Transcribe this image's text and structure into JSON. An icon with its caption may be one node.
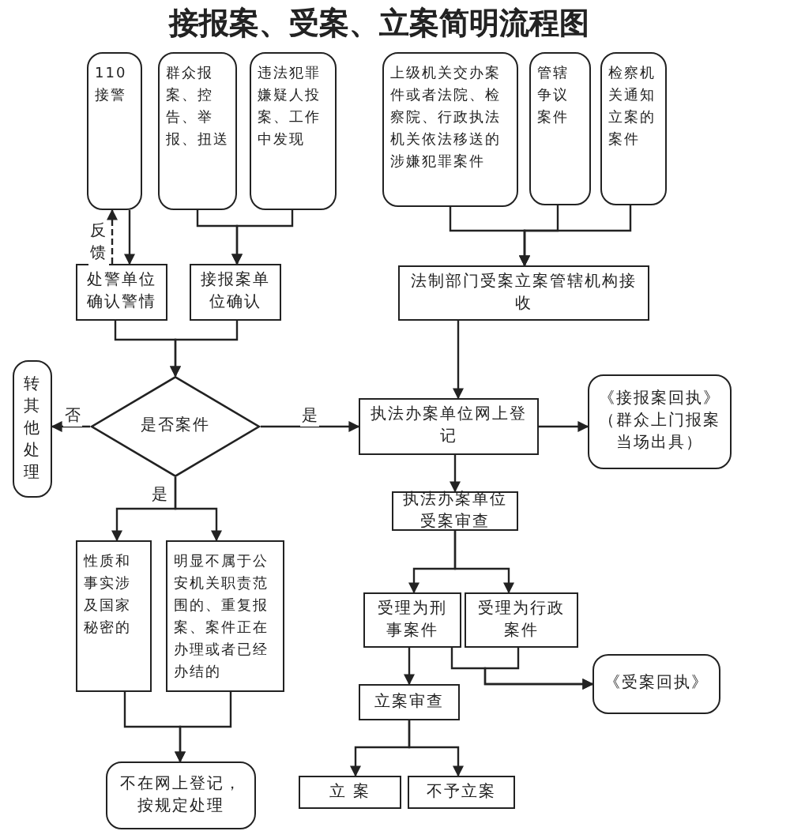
{
  "diagram": {
    "title": "接报案、受案、立案简明流程图",
    "nodes": [
      {
        "text": [
          "110接警"
        ]
      },
      {
        "text": [
          "群众报案、控告、举报、扭送"
        ]
      },
      {
        "text": [
          "违法犯罪嫌疑人投案、工作中发现"
        ]
      },
      {
        "text": [
          "上级机关交办案件或者法院、检察院、行政执法机关依法移送的涉嫌犯罪案件"
        ]
      },
      {
        "text": [
          "管辖争议案件"
        ]
      },
      {
        "text": [
          "检察机关通知立案的案件"
        ]
      },
      {
        "text": [
          "处警单位确认警情"
        ]
      },
      {
        "text": [
          "接报案单位确认"
        ]
      },
      {
        "text": [
          "法制部门受案立案管辖机构接收"
        ]
      },
      {
        "text": [
          "是否案件"
        ]
      },
      {
        "text": [
          "转其他处理"
        ]
      },
      {
        "text": [
          "执法办案单位网上登记"
        ]
      },
      {
        "text": [
          "《接报案回执》（群众上门报案当场出具）"
        ]
      },
      {
        "text": [
          "执法办案单位受案审查"
        ]
      },
      {
        "text": [
          "性质和事实涉及国家秘密的"
        ]
      },
      {
        "text": [
          "明显不属于公安机关职责范围的、重复报案、案件正在办理或者已经办结的"
        ]
      },
      {
        "text": [
          "受理为刑事案件"
        ]
      },
      {
        "text": [
          "受理为行政案件"
        ]
      },
      {
        "text": [
          "《受案回执》"
        ]
      },
      {
        "text": [
          "立案审查"
        ]
      },
      {
        "text": [
          "不在网上登记，按规定处理"
        ]
      },
      {
        "text": [
          "立 案"
        ]
      },
      {
        "text": [
          "不予立案"
        ]
      }
    ],
    "edges": [
      {
        "from": 0,
        "to": 6,
        "arrow": "to"
      },
      {
        "from": 6,
        "to": 0,
        "arrow": "to",
        "label": "反馈",
        "style": "dashed"
      },
      {
        "from": 1,
        "to": 7,
        "arrow": "to"
      },
      {
        "from": 2,
        "to": 7,
        "arrow": "to"
      },
      {
        "from": 3,
        "to": 8,
        "arrow": "to"
      },
      {
        "from": 4,
        "to": 8,
        "arrow": "to"
      },
      {
        "from": 5,
        "to": 8,
        "arrow": "to"
      },
      {
        "from": 6,
        "to": 9,
        "arrow": "to"
      },
      {
        "from": 7,
        "to": 9,
        "arrow": "to"
      },
      {
        "from": 9,
        "to": 10,
        "arrow": "to",
        "label": "否"
      },
      {
        "from": 9,
        "to": 11,
        "arrow": "to",
        "label": "是"
      },
      {
        "from": 8,
        "to": 11,
        "arrow": "to"
      },
      {
        "from": 11,
        "to": 12,
        "arrow": "to"
      },
      {
        "from": 11,
        "to": 13,
        "arrow": "to"
      },
      {
        "from": 9,
        "to": 14,
        "arrow": "to",
        "label": "是"
      },
      {
        "from": 9,
        "to": 15,
        "arrow": "to"
      },
      {
        "from": 13,
        "to": 16,
        "arrow": "to"
      },
      {
        "from": 13,
        "to": 17,
        "arrow": "to"
      },
      {
        "from": 16,
        "to": 19,
        "arrow": "to"
      },
      {
        "from": 16,
        "to": 18,
        "arrow": "to"
      },
      {
        "from": 17,
        "to": 18,
        "arrow": "to"
      },
      {
        "from": 14,
        "to": 20,
        "arrow": "to"
      },
      {
        "from": 15,
        "to": 20,
        "arrow": "to"
      },
      {
        "from": 19,
        "to": 21,
        "arrow": "to"
      },
      {
        "from": 19,
        "to": 22,
        "arrow": "to"
      }
    ]
  }
}
